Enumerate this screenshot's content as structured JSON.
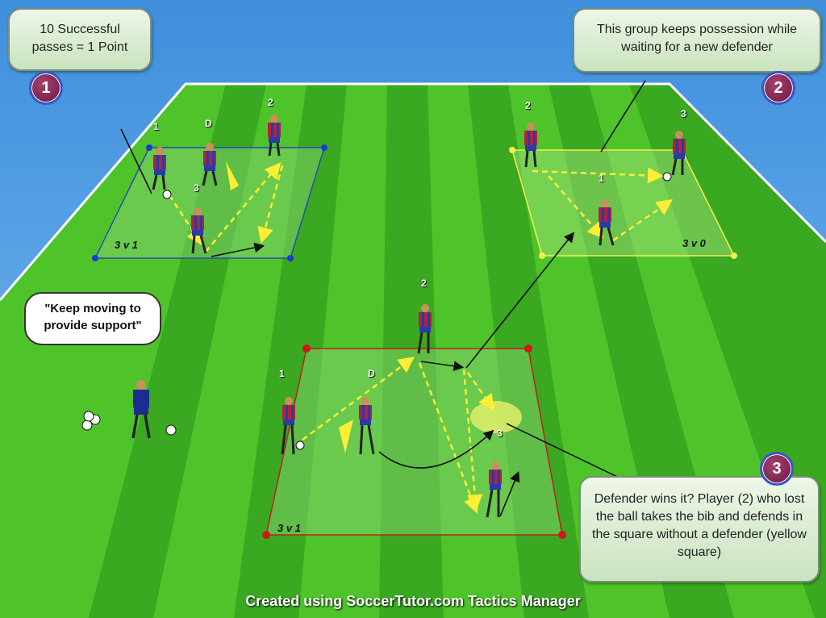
{
  "callouts": {
    "c1": "10 Successful passes = 1 Point",
    "c2": "This group keeps possession while waiting for a new defender",
    "c3": "Defender wins it? Player (2) who lost the ball takes the bib and defends in the square without a defender (yellow square)"
  },
  "speech": "\"Keep moving to provide support\"",
  "badges": [
    "1",
    "2",
    "3"
  ],
  "squares": {
    "top_left": {
      "label": "3 v 1",
      "players": [
        "1",
        "D",
        "2",
        "3"
      ]
    },
    "top_right": {
      "label": "3 v 0",
      "players": [
        "2",
        "1",
        "3"
      ]
    },
    "bottom": {
      "label": "3 v 1",
      "players": [
        "2",
        "1",
        "D",
        "3"
      ]
    }
  },
  "footer": "Created using SoccerTutor.com Tactics Manager",
  "colors": {
    "grass_light": "#4ec42a",
    "grass_dark": "#2f9a1c",
    "sky": "#4a9be0",
    "shirt_red": "#b3223c",
    "shirt_blue": "#2a3aa8",
    "pass_arrow": "#ffee33",
    "yellow_square": "#f5f04a",
    "red_cone": "#d01818",
    "blue_cone": "#1a3ad0",
    "badge": "#8a2a58"
  }
}
